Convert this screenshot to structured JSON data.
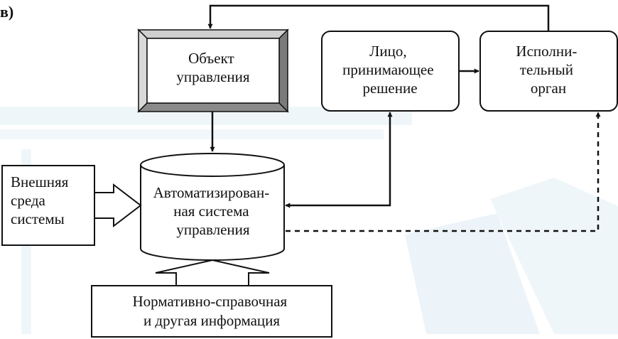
{
  "panel_label": "в)",
  "colors": {
    "ink": "#111111",
    "background": "#ffffff",
    "watermark": "#e4f0f6",
    "bevel_dark": "#7a7a7a",
    "bevel_light": "#cfcfcf"
  },
  "nodes": {
    "control_object": {
      "lines": [
        "Объект",
        "управления"
      ]
    },
    "decision_maker": {
      "lines": [
        "Лицо,",
        "принимающее",
        "решение"
      ]
    },
    "executive_body": {
      "lines": [
        "Исполни-",
        "тельный",
        "орган"
      ]
    },
    "acs": {
      "lines": [
        "Автоматизирован-",
        "ная система",
        "управления"
      ]
    },
    "environment": {
      "lines": [
        "Внешняя",
        "среда",
        "системы"
      ]
    },
    "reference_info": {
      "lines": [
        "Нормативно-справочная",
        "и другая информация"
      ]
    }
  }
}
